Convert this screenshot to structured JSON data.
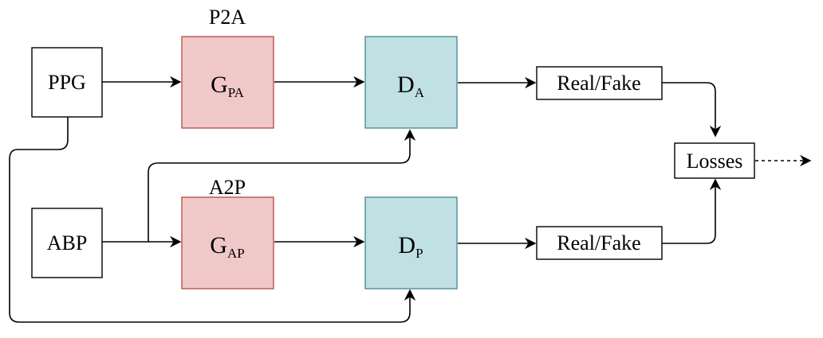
{
  "nodes": {
    "ppg": {
      "label": "PPG"
    },
    "abp": {
      "label": "ABP"
    },
    "g_pa": {
      "main": "G",
      "sub": "PA",
      "group_label": "P2A",
      "fill": "#f0c8c8"
    },
    "g_ap": {
      "main": "G",
      "sub": "AP",
      "group_label": "A2P",
      "fill": "#f0c8c8"
    },
    "d_a": {
      "main": "D",
      "sub": "A",
      "fill": "#c0e0e4"
    },
    "d_p": {
      "main": "D",
      "sub": "P",
      "fill": "#c0e0e4"
    },
    "real_fake_top": {
      "label": "Real/Fake"
    },
    "real_fake_bottom": {
      "label": "Real/Fake"
    },
    "losses": {
      "label": "Losses"
    }
  },
  "colors": {
    "generator_stroke": "#b85450",
    "discriminator_stroke": "#4f8f96",
    "plain_stroke": "#000000"
  }
}
